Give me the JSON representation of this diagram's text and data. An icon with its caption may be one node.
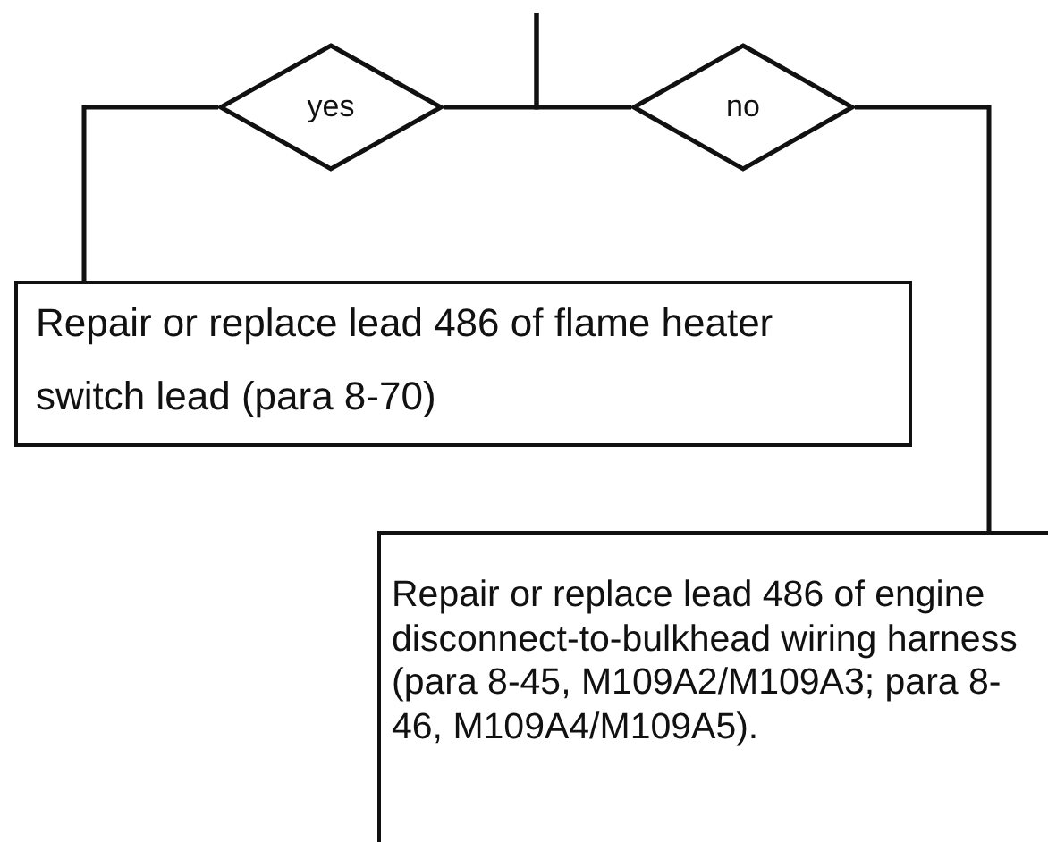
{
  "diagram": {
    "nodes": [
      {
        "text": [
          "yes"
        ]
      },
      {
        "text": [
          "no"
        ]
      },
      {
        "text": [
          "Repair or replace lead 486 of flame heater switch lead (para 8-70)"
        ]
      },
      {
        "text": [
          "Repair or replace lead 486 of engine disconnect-to-bulkhead wiring harness (para 8-45, M109A2/M109A3; para 8-46, M109A4/M109A5)."
        ]
      }
    ],
    "edges": [
      {
        "from": null,
        "to": 0,
        "arrow": "none"
      },
      {
        "from": null,
        "to": 1,
        "arrow": "none"
      },
      {
        "from": 0,
        "to": 2,
        "arrow": "none"
      },
      {
        "from": 1,
        "to": 3,
        "arrow": "none"
      }
    ]
  }
}
